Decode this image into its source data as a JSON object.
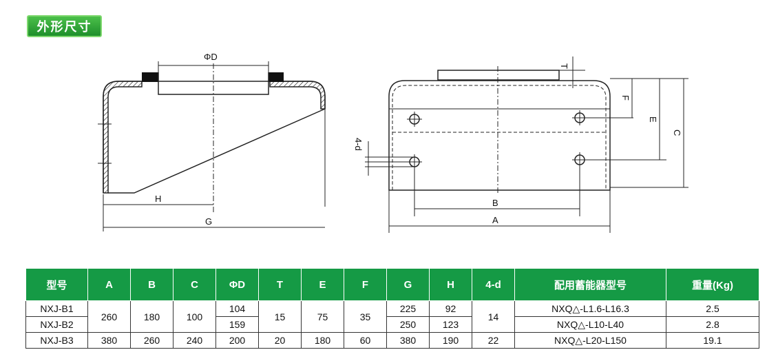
{
  "section_title": "外形尺寸",
  "left_view": {
    "labels": {
      "phi_d": "ΦD",
      "h": "H",
      "g": "G"
    }
  },
  "right_view": {
    "labels": {
      "t": "T",
      "f": "F",
      "e": "E",
      "c": "C",
      "four_d": "4-d",
      "b": "B",
      "a": "A"
    }
  },
  "table": {
    "headers": [
      "型号",
      "A",
      "B",
      "C",
      "ΦD",
      "T",
      "E",
      "F",
      "G",
      "H",
      "4-d",
      "配用蓄能器型号",
      "重量(Kg)"
    ],
    "rows": {
      "b1": {
        "model": "NXJ-B1",
        "phi_d": "104",
        "g": "225",
        "h": "92",
        "accumulator": "NXQ△-L1.6-L16.3",
        "weight": "2.5"
      },
      "b2": {
        "model": "NXJ-B2",
        "phi_d": "159",
        "g": "250",
        "h": "123",
        "accumulator": "NXQ△-L10-L40",
        "weight": "2.8"
      },
      "b12_shared": {
        "a": "260",
        "b": "180",
        "c": "100",
        "t": "15",
        "e": "75",
        "f": "35",
        "four_d": "14"
      },
      "b3": {
        "model": "NXJ-B3",
        "a": "380",
        "b": "260",
        "c": "240",
        "phi_d": "200",
        "t": "20",
        "e": "180",
        "f": "60",
        "g": "380",
        "h": "190",
        "four_d": "22",
        "accumulator": "NXQ△-L20-L150",
        "weight": "19.1"
      }
    }
  }
}
